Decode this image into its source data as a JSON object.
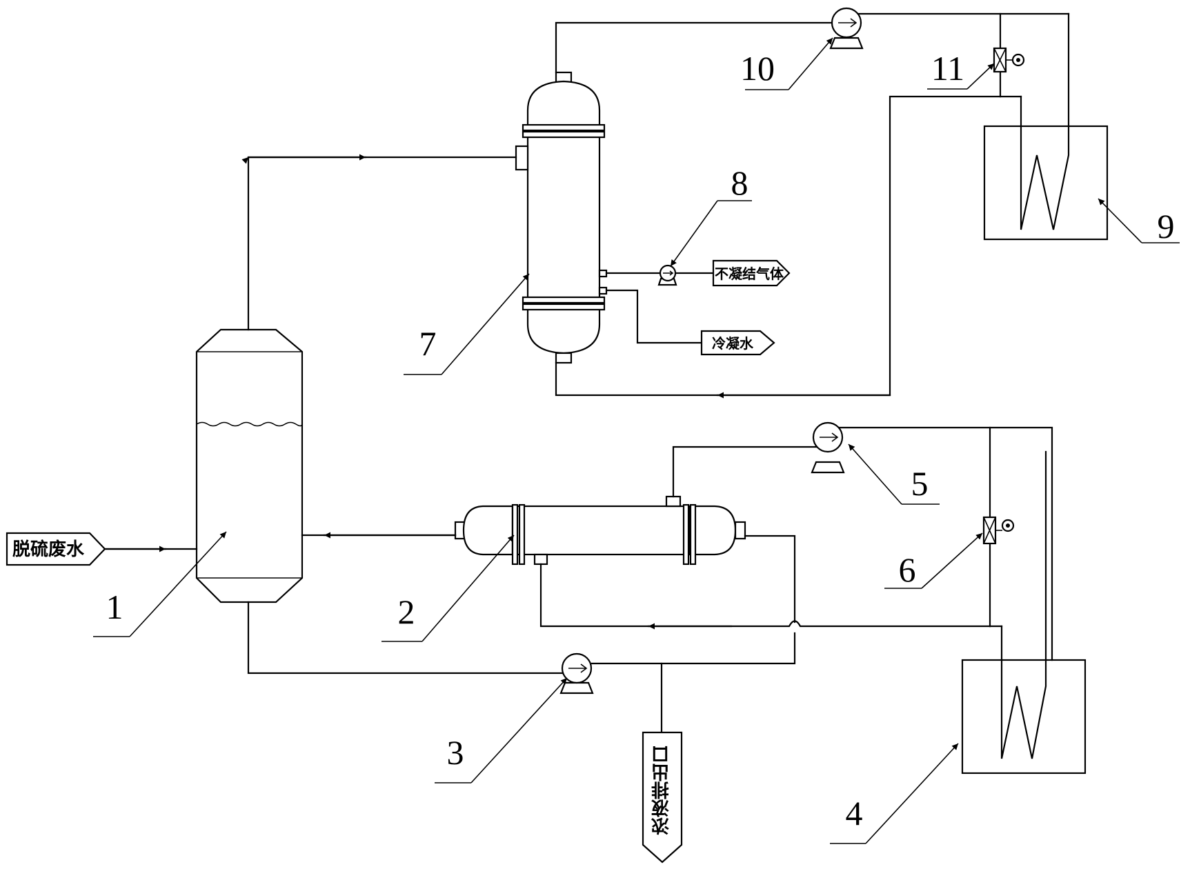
{
  "diagram": {
    "labels": {
      "feed": "脱硫废水",
      "noncondensable": "不凝结气体",
      "condensate": "冷凝水",
      "concentrate": "浓液排出口"
    },
    "numbers": {
      "n1": "1",
      "n2": "2",
      "n3": "3",
      "n4": "4",
      "n5": "5",
      "n6": "6",
      "n7": "7",
      "n8": "8",
      "n9": "9",
      "n10": "10",
      "n11": "11"
    },
    "colors": {
      "line": "#000000",
      "background": "#ffffff"
    }
  }
}
